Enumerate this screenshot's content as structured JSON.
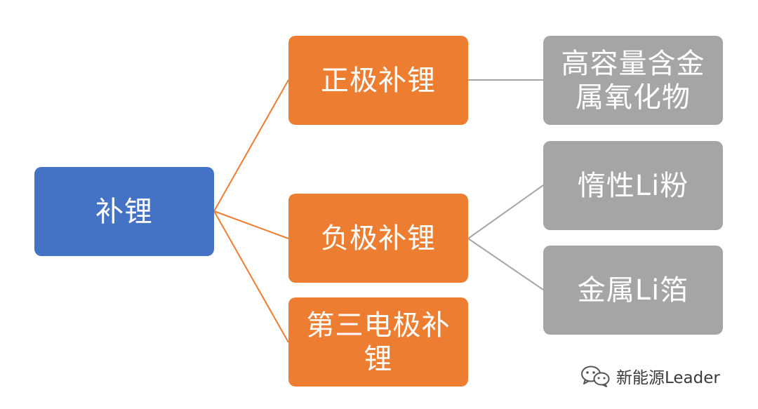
{
  "root": {
    "label": "补锂"
  },
  "branches": [
    {
      "label": "正极补锂",
      "children": [
        "高容量含金属氧化物"
      ]
    },
    {
      "label": "负极补锂",
      "children": [
        "惰性Li粉",
        "金属Li箔"
      ]
    },
    {
      "label": "第三电极补锂",
      "children": []
    }
  ],
  "watermark": {
    "text": "新能源Leader",
    "icon": "wechat-icon"
  },
  "colors": {
    "root": "#4472c4",
    "branch": "#ed7d31",
    "leaf": "#a5a5a5",
    "root_link": "#ed7d31",
    "leaf_link": "#a5a5a5"
  }
}
